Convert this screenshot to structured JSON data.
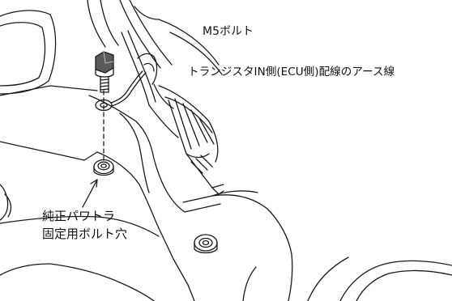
{
  "labels": {
    "bolt": "M5ボルト",
    "ground_wire": "トランジスタIN側(ECU側)配線のアース線",
    "hole_line1": "純正パワトラ",
    "hole_line2": "固定用ボルト穴"
  },
  "colors": {
    "line": "#1a1a1a",
    "bolt_fill": "#5a5a5a",
    "background": "#ffffff"
  }
}
